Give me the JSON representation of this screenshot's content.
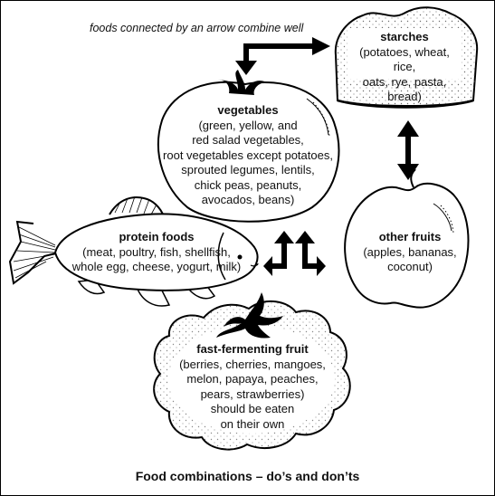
{
  "note": "foods connected by an arrow combine well",
  "caption": "Food combinations – do’s and don’ts",
  "groups": {
    "starches": {
      "title": "starches",
      "lines": [
        "(potatoes, wheat, rice,",
        "oats, rye, pasta, bread)"
      ]
    },
    "vegetables": {
      "title": "vegetables",
      "lines": [
        "(green, yellow, and",
        "red salad vegetables,",
        "root vegetables except potatoes,",
        "sprouted legumes, lentils,",
        "chick peas, peanuts,",
        "avocados, beans)"
      ]
    },
    "protein": {
      "title": "protein foods",
      "lines": [
        "(meat, poultry, fish, shellfish,",
        "whole egg, cheese, yogurt, milk)"
      ]
    },
    "other_fruits": {
      "title": "other fruits",
      "lines": [
        "(apples, bananas,",
        "coconut)"
      ]
    },
    "fast_fruit": {
      "title": "fast-fermenting fruit",
      "lines": [
        "(berries, cherries, mangoes,",
        "melon, papaya, peaches,",
        "pears, strawberries)",
        "should be eaten",
        "on their own"
      ]
    }
  }
}
